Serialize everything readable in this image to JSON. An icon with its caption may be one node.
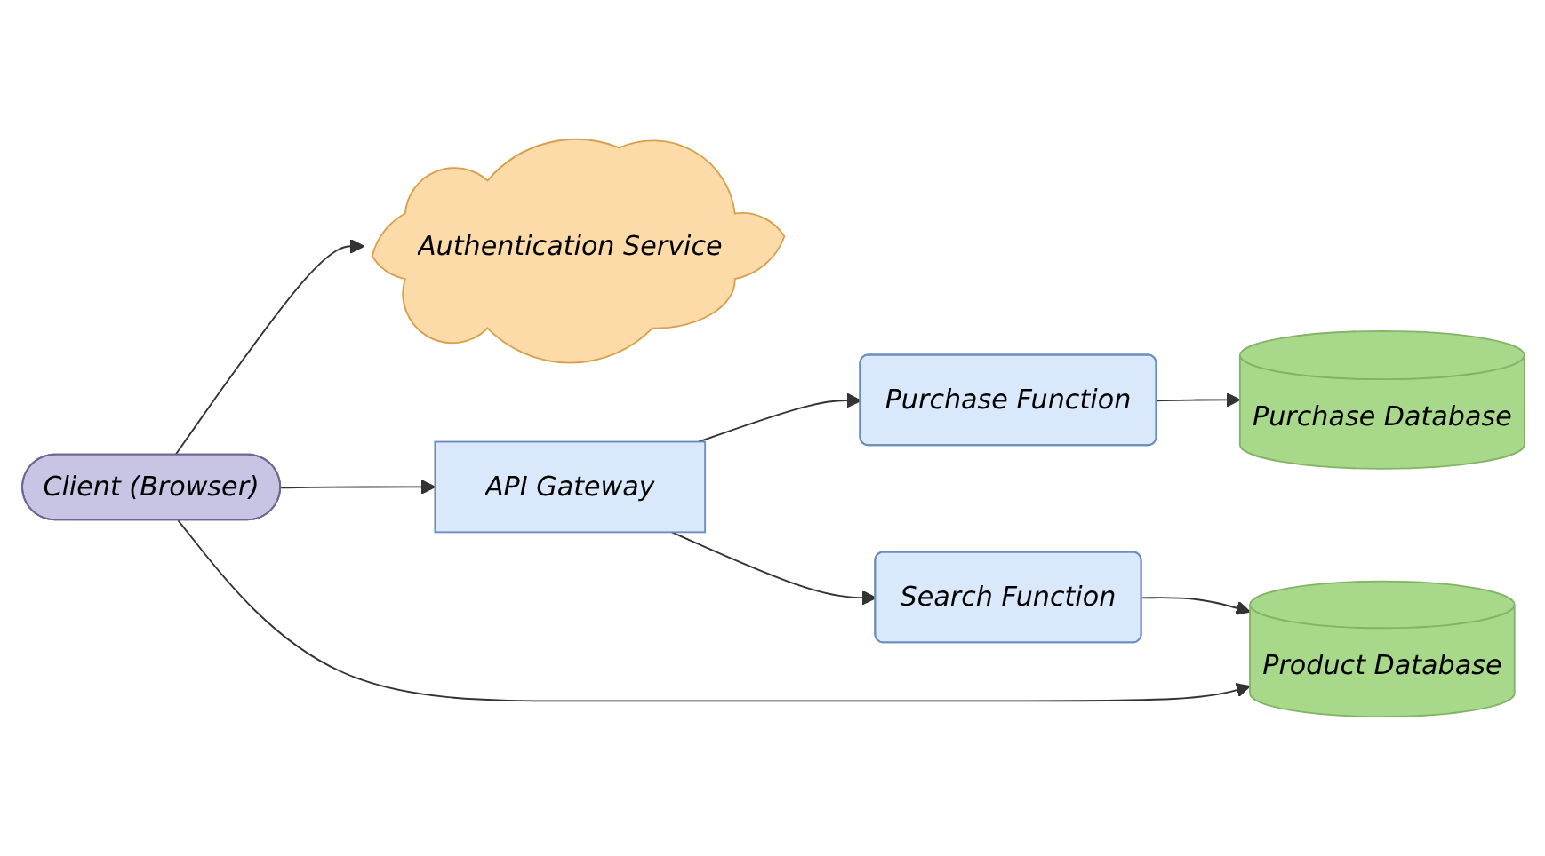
{
  "diagram": {
    "nodes": [
      {
        "text": [
          "Client (Browser)"
        ]
      },
      {
        "text": [
          "Authentication Service"
        ]
      },
      {
        "text": [
          "API Gateway"
        ]
      },
      {
        "text": [
          "Purchase Function"
        ]
      },
      {
        "text": [
          "Purchase Database"
        ]
      },
      {
        "text": [
          "Search Function"
        ]
      },
      {
        "text": [
          "Product Database"
        ]
      }
    ],
    "edges": [
      {
        "from": 0,
        "to": 1,
        "arrow": "to"
      },
      {
        "from": 0,
        "to": 2,
        "arrow": "to"
      },
      {
        "from": 2,
        "to": 3,
        "arrow": "to"
      },
      {
        "from": 3,
        "to": 4,
        "arrow": "to"
      },
      {
        "from": 2,
        "to": 5,
        "arrow": "to"
      },
      {
        "from": 0,
        "to": 6,
        "arrow": "to"
      },
      {
        "from": 5,
        "to": 6,
        "arrow": "to"
      }
    ]
  }
}
